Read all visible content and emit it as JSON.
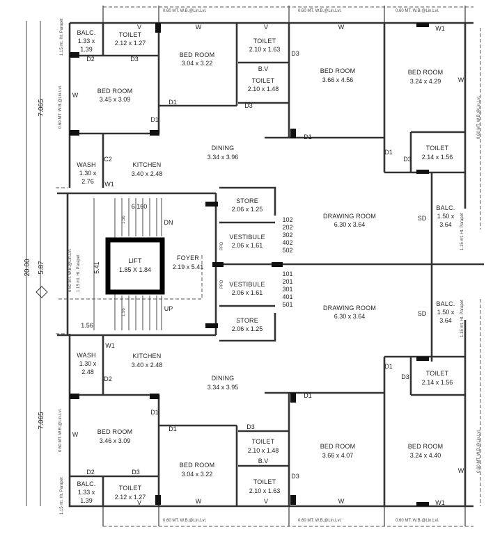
{
  "plan": {
    "overall_dims": {
      "total": "20.00",
      "upper": "7.065",
      "middle": "5.87",
      "lower": "7.065"
    },
    "ledge_label": "0.60 MT. W.B.@Lin.Lvl.",
    "parapet_label": "1.15 mt. Ht. Parapet",
    "top_unit": {
      "balcony_small": {
        "name": "BALC.",
        "dim1": "1.33 x",
        "dim2": "1.39"
      },
      "toilet_a": {
        "name": "TOILET",
        "dim": "2.12 x 1.27"
      },
      "bedroom_b": {
        "name": "BED ROOM",
        "dim": "3.04 x 3.22"
      },
      "bedroom_a": {
        "name": "BED ROOM",
        "dim": "3.45 x 3.09"
      },
      "toilet_b": {
        "name": "TOILET",
        "dim": "2.10 x 1.63"
      },
      "bv": "B.V",
      "toilet_c": {
        "name": "TOILET",
        "dim": "2.10 x 1.48"
      },
      "bedroom_c": {
        "name": "BED ROOM",
        "dim": "3.66 x 4.56"
      },
      "bedroom_d": {
        "name": "BED ROOM",
        "dim": "3.24 x 4.29"
      },
      "toilet_d": {
        "name": "TOILET",
        "dim": "2.14 x 1.56"
      },
      "dining": {
        "name": "DINING",
        "dim": "3.34 x 3.96"
      },
      "kitchen": {
        "name": "KITCHEN",
        "dim": "3.40 x 2.48"
      },
      "wash": {
        "name": "WASH",
        "dim1": "1.30 x",
        "dim2": "2.76"
      },
      "store": {
        "name": "STORE",
        "dim": "2.06 x 1.25"
      },
      "vestibule": {
        "name": "VESTIBULE",
        "dim": "2.06 x 1.61"
      },
      "drawing": {
        "name": "DRAWING ROOM",
        "dim": "6.30 x 3.64"
      },
      "balcony_large": {
        "name": "BALC.",
        "dim1": "1.50 x",
        "dim2": "3.64"
      },
      "unit_numbers": [
        "102",
        "202",
        "302",
        "402",
        "502"
      ]
    },
    "core": {
      "stair_width": "6.160",
      "down": "DN",
      "up": "UP",
      "riser1": "1.56",
      "riser2": "1.56",
      "height": "5.41",
      "landing": "1.56",
      "lift": {
        "name": "LIFT",
        "dim": "1.85 X 1.84"
      },
      "foyer": {
        "name": "FOYER",
        "dim": "2.19 x 5.41"
      },
      "ppd": "PPD"
    },
    "bottom_unit": {
      "unit_numbers": [
        "101",
        "201",
        "301",
        "401",
        "501"
      ],
      "vestibule": {
        "name": "VESTIBULE",
        "dim": "2.06 x 1.61"
      },
      "store": {
        "name": "STORE",
        "dim": "2.06 x 1.25"
      },
      "drawing": {
        "name": "DRAWING ROOM",
        "dim": "6.30 x 3.64"
      },
      "balcony_large": {
        "name": "BALC.",
        "dim1": "1.50 x",
        "dim2": "3.64"
      },
      "wash": {
        "name": "WASH",
        "dim1": "1.30 x",
        "dim2": "2.48"
      },
      "kitchen": {
        "name": "KITCHEN",
        "dim": "3.40 x 2.48"
      },
      "dining": {
        "name": "DINING",
        "dim": "3.34 x 3.95"
      },
      "toilet_d": {
        "name": "TOILET",
        "dim": "2.14 x 1.56"
      },
      "bedroom_a": {
        "name": "BED ROOM",
        "dim": "3.46 x 3.09"
      },
      "bedroom_b": {
        "name": "BED ROOM",
        "dim": "3.04 x 3.22"
      },
      "toilet_c": {
        "name": "TOILET",
        "dim": "2.10 x 1.48"
      },
      "bv": "B.V",
      "toilet_b": {
        "name": "TOILET",
        "dim": "2.10 x 1.63"
      },
      "bedroom_c": {
        "name": "BED ROOM",
        "dim": "3.66 x 4.07"
      },
      "bedroom_d": {
        "name": "BED ROOM",
        "dim": "3.24 x 4.40"
      },
      "balcony_small": {
        "name": "BALC.",
        "dim1": "1.33 x",
        "dim2": "1.39"
      },
      "toilet_a": {
        "name": "TOILET",
        "dim": "2.12 x 1.27"
      }
    },
    "openings": {
      "d1": "D1",
      "d2": "D2",
      "d3": "D3",
      "w": "W",
      "w1": "W1",
      "v": "V",
      "sd": "SD",
      "c2": "C2"
    }
  }
}
